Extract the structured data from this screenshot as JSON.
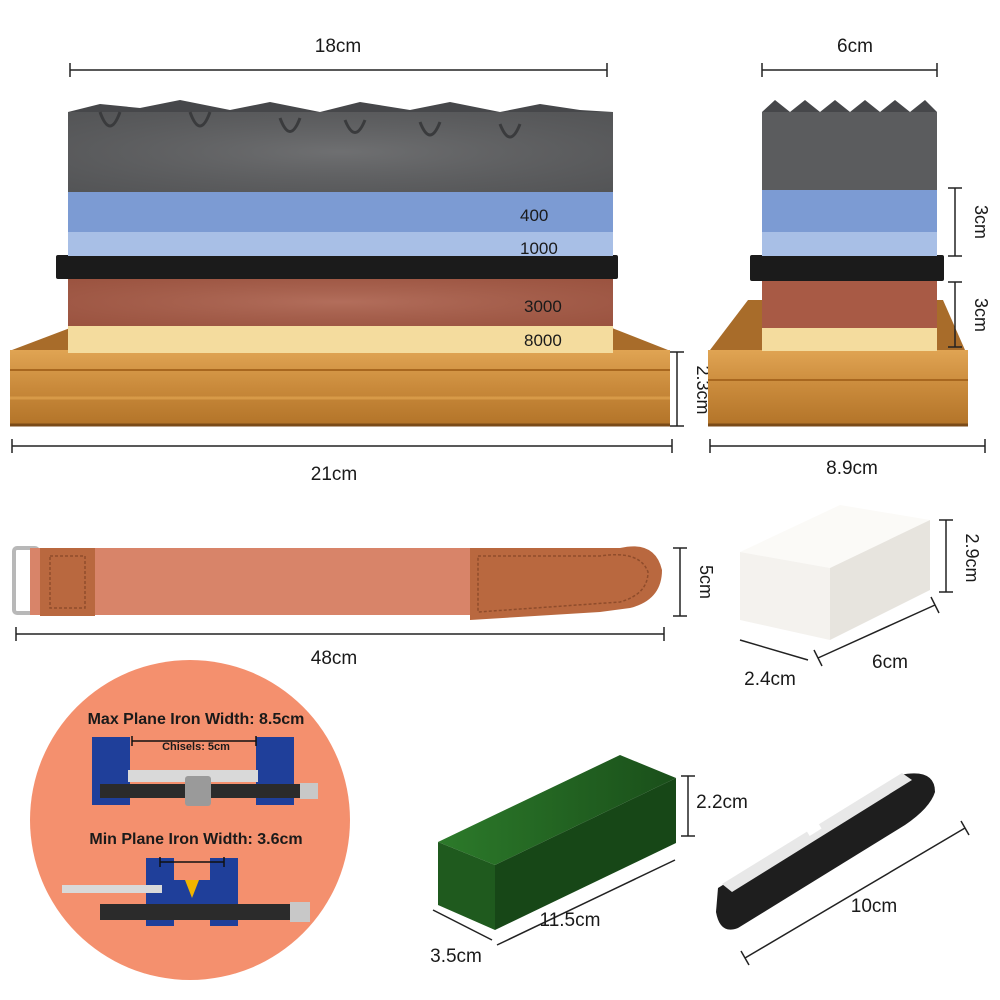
{
  "colors": {
    "gray_stone": "#5b5c5e",
    "blue_stone": "#7c9bd3",
    "black_band": "#1b1b1b",
    "red_stone": "#a85a45",
    "cream_stone": "#f4dc9e",
    "bamboo": "#c98a3b",
    "strop_leather": "#d88469",
    "strop_handle": "#b9683f",
    "white_stone": "#f4f2ee",
    "green_compound": "#1f5a1e",
    "jig_blue": "#1f3f9a",
    "circle_bg": "#f4906e"
  },
  "stone_set": {
    "width_label": "18cm",
    "base_width_label": "21cm",
    "base_height_label": "2.3cm",
    "grits": [
      "400",
      "1000",
      "3000",
      "8000"
    ]
  },
  "stone_side": {
    "width_label": "6cm",
    "layer_top_label": "3cm",
    "layer_bottom_label": "3cm",
    "base_width_label": "8.9cm"
  },
  "strop": {
    "length_label": "48cm",
    "width_label": "5cm"
  },
  "flattening_stone": {
    "height_label": "2.9cm",
    "length_label": "6cm",
    "depth_label": "2.4cm"
  },
  "honing_guide": {
    "max_label": "Max Plane Iron Width: 8.5cm",
    "chisel_label": "Chisels: 5cm",
    "min_label": "Min Plane Iron Width: 3.6cm"
  },
  "compound": {
    "height_label": "2.2cm",
    "length_label": "11.5cm",
    "depth_label": "3.5cm"
  },
  "angle_guide": {
    "length_label": "10cm"
  }
}
